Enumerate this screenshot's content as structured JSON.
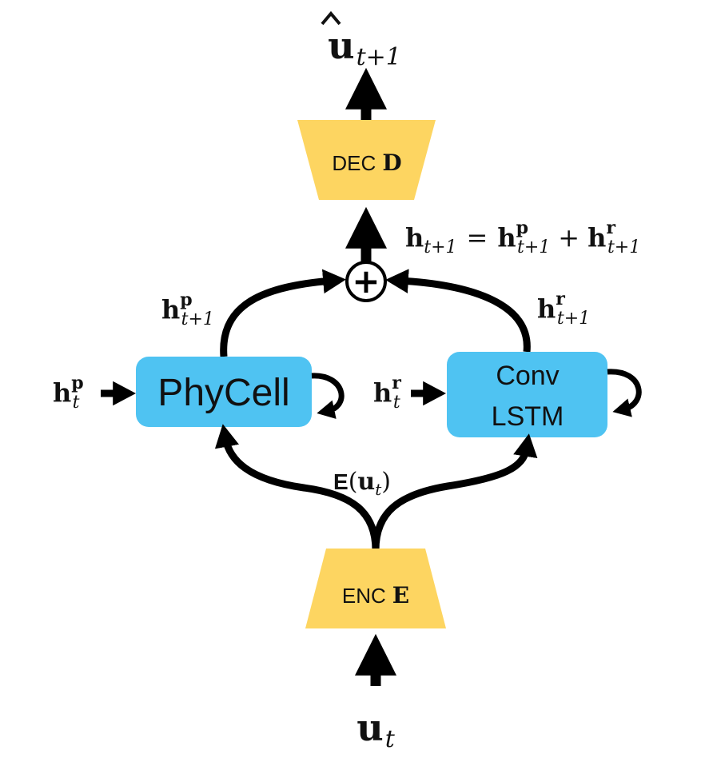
{
  "decoder": {
    "prefix": "DEC",
    "symbol": "D"
  },
  "encoder": {
    "prefix": "ENC",
    "symbol": "E"
  },
  "phycell": {
    "label": "PhyCell"
  },
  "convlstm": {
    "line1": "Conv",
    "line2": "LSTM"
  },
  "sum_symbol": "+",
  "output": {
    "base": "u",
    "sub": "t+1"
  },
  "input": {
    "base": "u",
    "sub": "t"
  },
  "encoded": {
    "func": "E",
    "open": "(",
    "var": "u",
    "sub": "t",
    "close": ")"
  },
  "equation": {
    "lhs_base": "h",
    "lhs_sub": "t+1",
    "eq": "=",
    "term1_base": "h",
    "term1_sup": "p",
    "term1_sub": "t+1",
    "plus": "+",
    "term2_base": "h",
    "term2_sup": "r",
    "term2_sub": "t+1"
  },
  "phy_out": {
    "base": "h",
    "sup": "p",
    "sub": "t+1"
  },
  "phy_in": {
    "base": "h",
    "sup": "p",
    "sub": "t"
  },
  "conv_out": {
    "base": "h",
    "sup": "r",
    "sub": "t+1"
  },
  "conv_in": {
    "base": "h",
    "sup": "r",
    "sub": "t"
  },
  "colors": {
    "box": "#4fc3f2",
    "trap": "#fdd561",
    "line": "#000000"
  }
}
